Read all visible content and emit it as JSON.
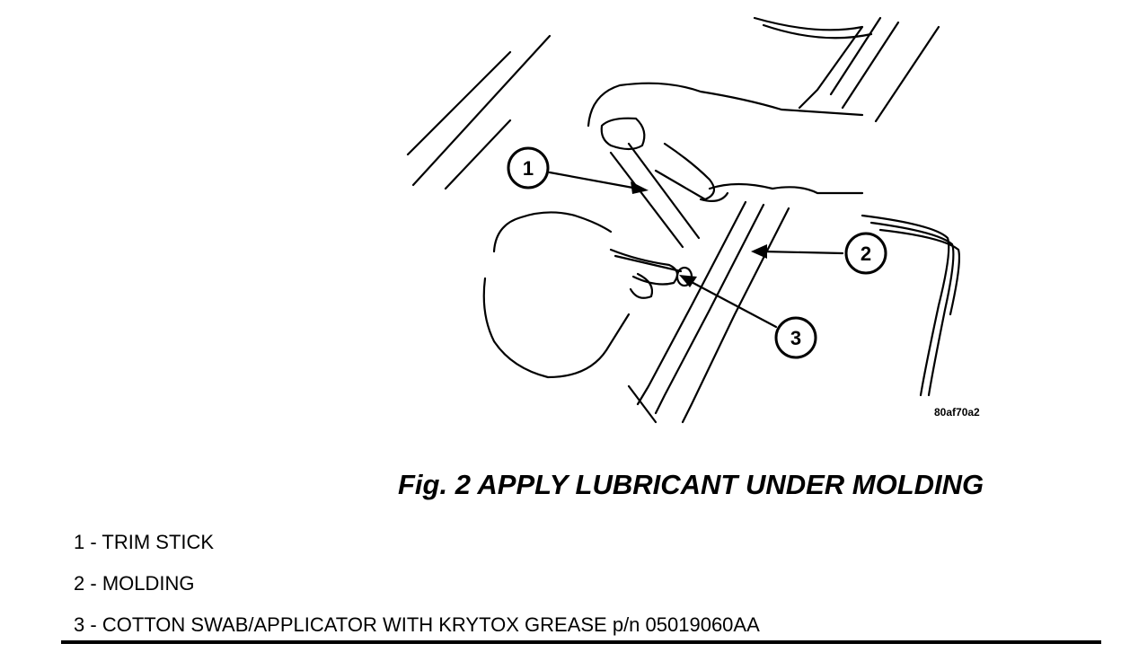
{
  "figure": {
    "title": "Fig. 2 APPLY LUBRICANT UNDER MOLDING",
    "ref_code": "80af70a2",
    "callouts": [
      "1",
      "2",
      "3"
    ]
  },
  "legend": [
    {
      "num": "1",
      "sep": " - ",
      "text": "TRIM STICK"
    },
    {
      "num": "2",
      "sep": " - ",
      "text": "MOLDING"
    },
    {
      "num": "3",
      "sep": " - ",
      "text": "COTTON SWAB/APPLICATOR WITH KRYTOX GREASE p/n 05019060AA"
    }
  ]
}
